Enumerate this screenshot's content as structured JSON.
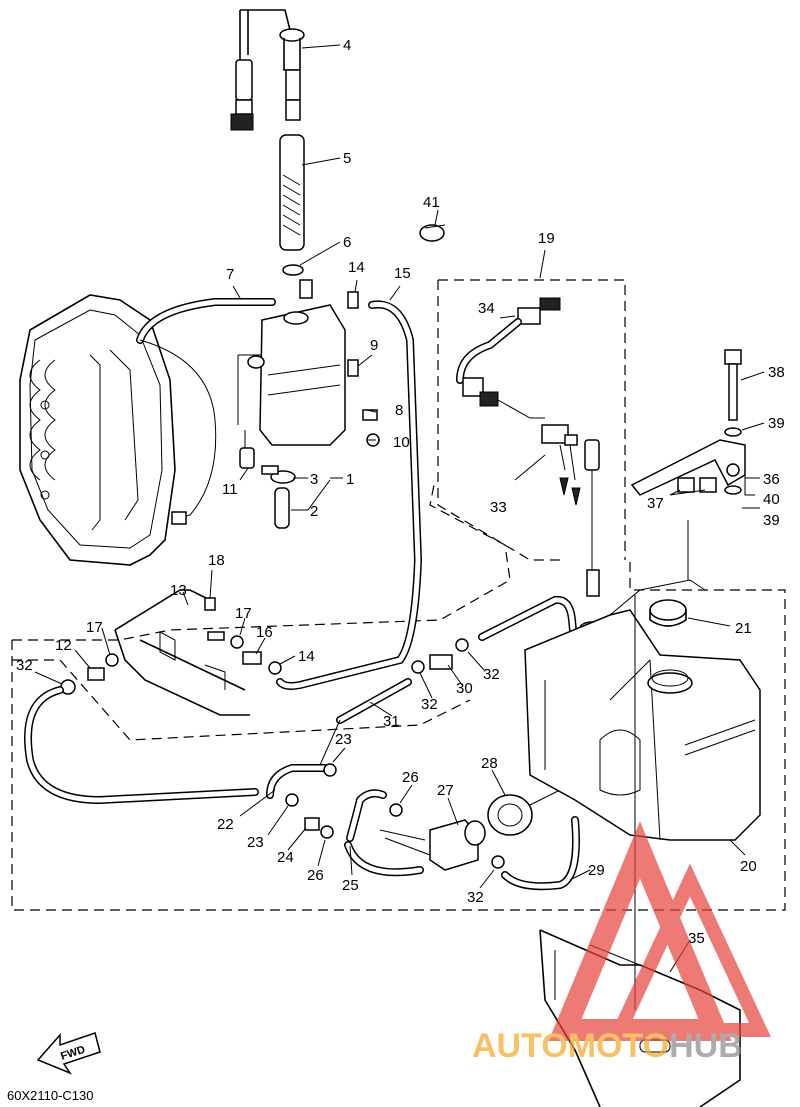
{
  "diagram": {
    "part_code": "60X2110-C130",
    "fwd_label": "FWD",
    "callouts": [
      {
        "id": "c4",
        "text": "4"
      },
      {
        "id": "c5",
        "text": "5"
      },
      {
        "id": "c41",
        "text": "41"
      },
      {
        "id": "c6",
        "text": "6"
      },
      {
        "id": "c19",
        "text": "19"
      },
      {
        "id": "c7",
        "text": "7"
      },
      {
        "id": "c14a",
        "text": "14"
      },
      {
        "id": "c15",
        "text": "15"
      },
      {
        "id": "c34",
        "text": "34"
      },
      {
        "id": "c9",
        "text": "9"
      },
      {
        "id": "c38",
        "text": "38"
      },
      {
        "id": "c8",
        "text": "8"
      },
      {
        "id": "c39a",
        "text": "39"
      },
      {
        "id": "c10",
        "text": "10"
      },
      {
        "id": "c3",
        "text": "3"
      },
      {
        "id": "c1",
        "text": "1"
      },
      {
        "id": "c11",
        "text": "11"
      },
      {
        "id": "c36",
        "text": "36"
      },
      {
        "id": "c2",
        "text": "2"
      },
      {
        "id": "c40",
        "text": "40"
      },
      {
        "id": "c33",
        "text": "33"
      },
      {
        "id": "c37",
        "text": "37"
      },
      {
        "id": "c39b",
        "text": "39"
      },
      {
        "id": "c18",
        "text": "18"
      },
      {
        "id": "c13",
        "text": "13"
      },
      {
        "id": "c17a",
        "text": "17"
      },
      {
        "id": "c21",
        "text": "21"
      },
      {
        "id": "c17b",
        "text": "17"
      },
      {
        "id": "c16",
        "text": "16"
      },
      {
        "id": "c12",
        "text": "12"
      },
      {
        "id": "c14b",
        "text": "14"
      },
      {
        "id": "c32a",
        "text": "32"
      },
      {
        "id": "c32b",
        "text": "32"
      },
      {
        "id": "c30",
        "text": "30"
      },
      {
        "id": "c32c",
        "text": "32"
      },
      {
        "id": "c31",
        "text": "31"
      },
      {
        "id": "c23a",
        "text": "23"
      },
      {
        "id": "c28",
        "text": "28"
      },
      {
        "id": "c26a",
        "text": "26"
      },
      {
        "id": "c27",
        "text": "27"
      },
      {
        "id": "c22",
        "text": "22"
      },
      {
        "id": "c23b",
        "text": "23"
      },
      {
        "id": "c20",
        "text": "20"
      },
      {
        "id": "c24",
        "text": "24"
      },
      {
        "id": "c29",
        "text": "29"
      },
      {
        "id": "c26b",
        "text": "26"
      },
      {
        "id": "c25",
        "text": "25"
      },
      {
        "id": "c32d",
        "text": "32"
      },
      {
        "id": "c35",
        "text": "35"
      }
    ]
  },
  "watermark": {
    "part1": "AUTO",
    "part2": "MOTO",
    "part3": "HUB",
    "color_orange": "#f5a623",
    "color_red": "#e8423c",
    "color_gray": "#8a8a8a"
  }
}
